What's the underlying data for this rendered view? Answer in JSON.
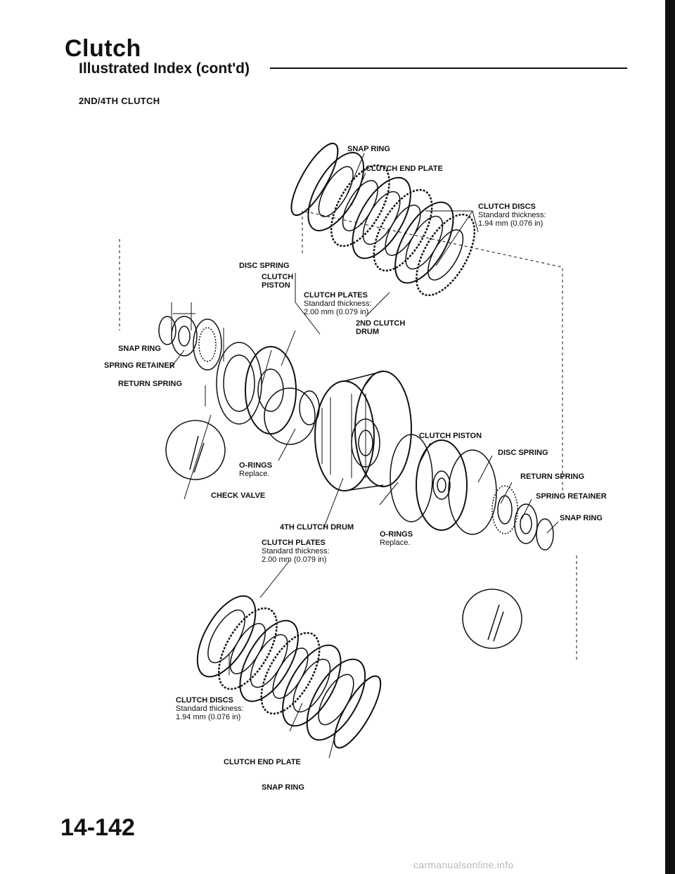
{
  "header": {
    "title": "Clutch",
    "subtitle": "Illustrated Index (cont'd)",
    "section": "2ND/4TH CLUTCH"
  },
  "labels": {
    "snap_ring_top": "SNAP RING",
    "clutch_end_plate_top": "CLUTCH END PLATE",
    "clutch_discs_top": "CLUTCH DISCS",
    "clutch_discs_top_spec1": "Standard thickness:",
    "clutch_discs_top_spec2": "1.94 mm (0.076 in)",
    "disc_spring_left": "DISC SPRING",
    "clutch_piston_left_1": "CLUTCH",
    "clutch_piston_left_2": "PISTON",
    "clutch_plates_mid": "CLUTCH PLATES",
    "clutch_plates_mid_spec1": "Standard thickness:",
    "clutch_plates_mid_spec2": "2.00 mm (0.079 in)",
    "second_drum_1": "2ND CLUTCH",
    "second_drum_2": "DRUM",
    "snap_ring_left": "SNAP RING",
    "spring_retainer_left": "SPRING RETAINER",
    "return_spring_left": "RETURN SPRING",
    "o_rings_left": "O-RINGS",
    "o_rings_left_note": "Replace.",
    "check_valve": "CHECK VALVE",
    "fourth_drum": "4TH CLUTCH DRUM",
    "clutch_piston_right": "CLUTCH PISTON",
    "disc_spring_right": "DISC SPRING",
    "return_spring_right": "RETURN SPRING",
    "spring_retainer_right": "SPRING RETAINER",
    "snap_ring_right": "SNAP RING",
    "o_rings_right": "O-RINGS",
    "o_rings_right_note": "Replace.",
    "clutch_plates_low": "CLUTCH PLATES",
    "clutch_plates_low_spec1": "Standard thickness:",
    "clutch_plates_low_spec2": "2.00 mm (0.079 in)",
    "clutch_discs_low": "CLUTCH DISCS",
    "clutch_discs_low_spec1": "Standard thickness:",
    "clutch_discs_low_spec2": "1.94 mm (0.076 in)",
    "clutch_end_plate_low": "CLUTCH END PLATE",
    "snap_ring_low": "SNAP RING"
  },
  "footer": {
    "page_number": "14-142",
    "watermark": "carmanualsonline.info"
  }
}
